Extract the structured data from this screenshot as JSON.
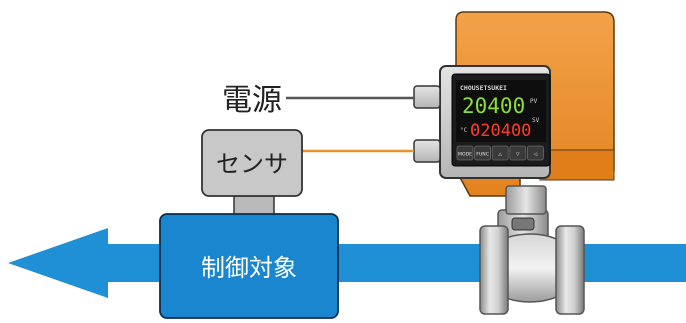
{
  "labels": {
    "power": "電源",
    "sensor": "センサ",
    "target": "制御対象"
  },
  "controller": {
    "brand": "CHOUSETSUKEI",
    "pv_value": "20400",
    "pv_unit": "PV",
    "sv_value": "020400",
    "sv_unit": "SV",
    "temp_unit": "°C",
    "buttons": [
      "MODE",
      "FUNC",
      "△",
      "▽",
      "◁"
    ]
  },
  "colors": {
    "pipe_blue": "#1f8fd6",
    "box_blue": "#1a86cf",
    "orange": "#ee8f2c",
    "signal_orange": "#e8922e",
    "power_wire": "#555555",
    "sensor_gray": "#c8c8c8",
    "display_bg": "#0e0e0e",
    "pv_green": "#8bdc3a",
    "sv_red": "#ff3b2a"
  }
}
